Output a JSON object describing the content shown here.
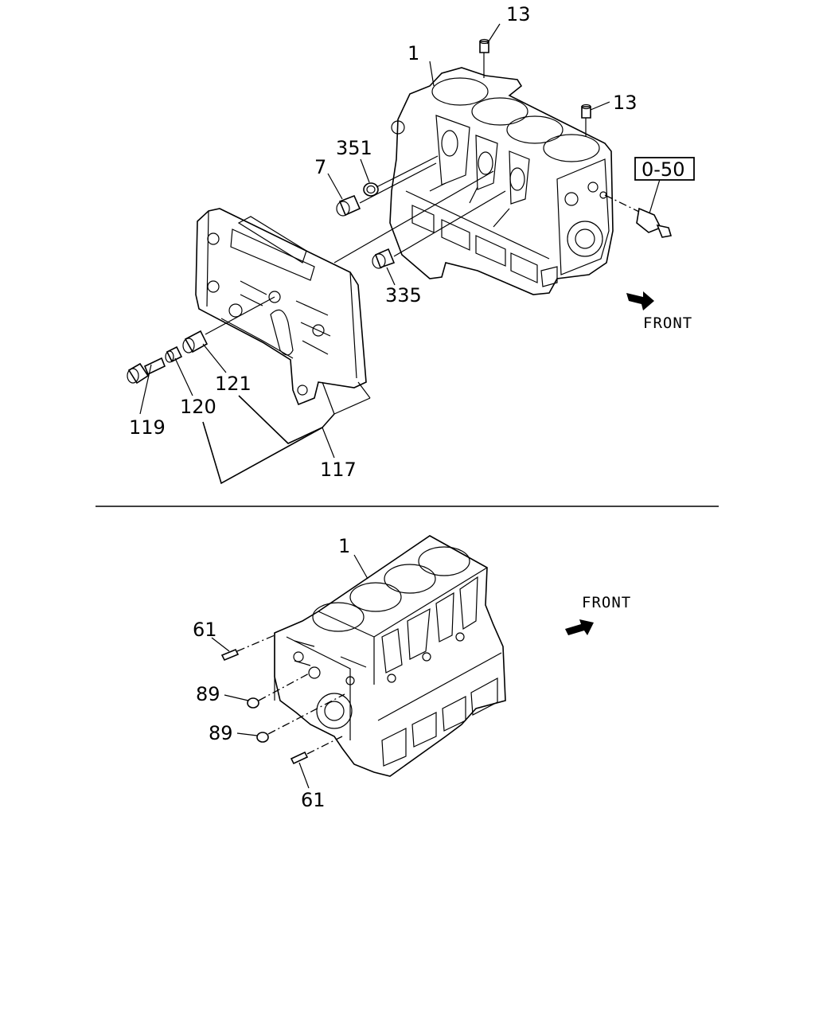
{
  "diagram": {
    "upper": {
      "labels": {
        "block": "1",
        "stud_top": "13",
        "stud_right": "13",
        "ring": "351",
        "plug_left": "7",
        "plug_lower": "335",
        "ref_box": "0-50",
        "front": "FRONT",
        "bolt": "119",
        "washer": "120",
        "sleeve": "121",
        "cover_assy": "117"
      }
    },
    "lower": {
      "labels": {
        "block": "1",
        "front": "FRONT",
        "pin_top": "61",
        "plug_a": "89",
        "plug_b": "89",
        "pin_bottom": "61"
      }
    },
    "colors": {
      "line": "#000000",
      "background": "#ffffff"
    }
  }
}
